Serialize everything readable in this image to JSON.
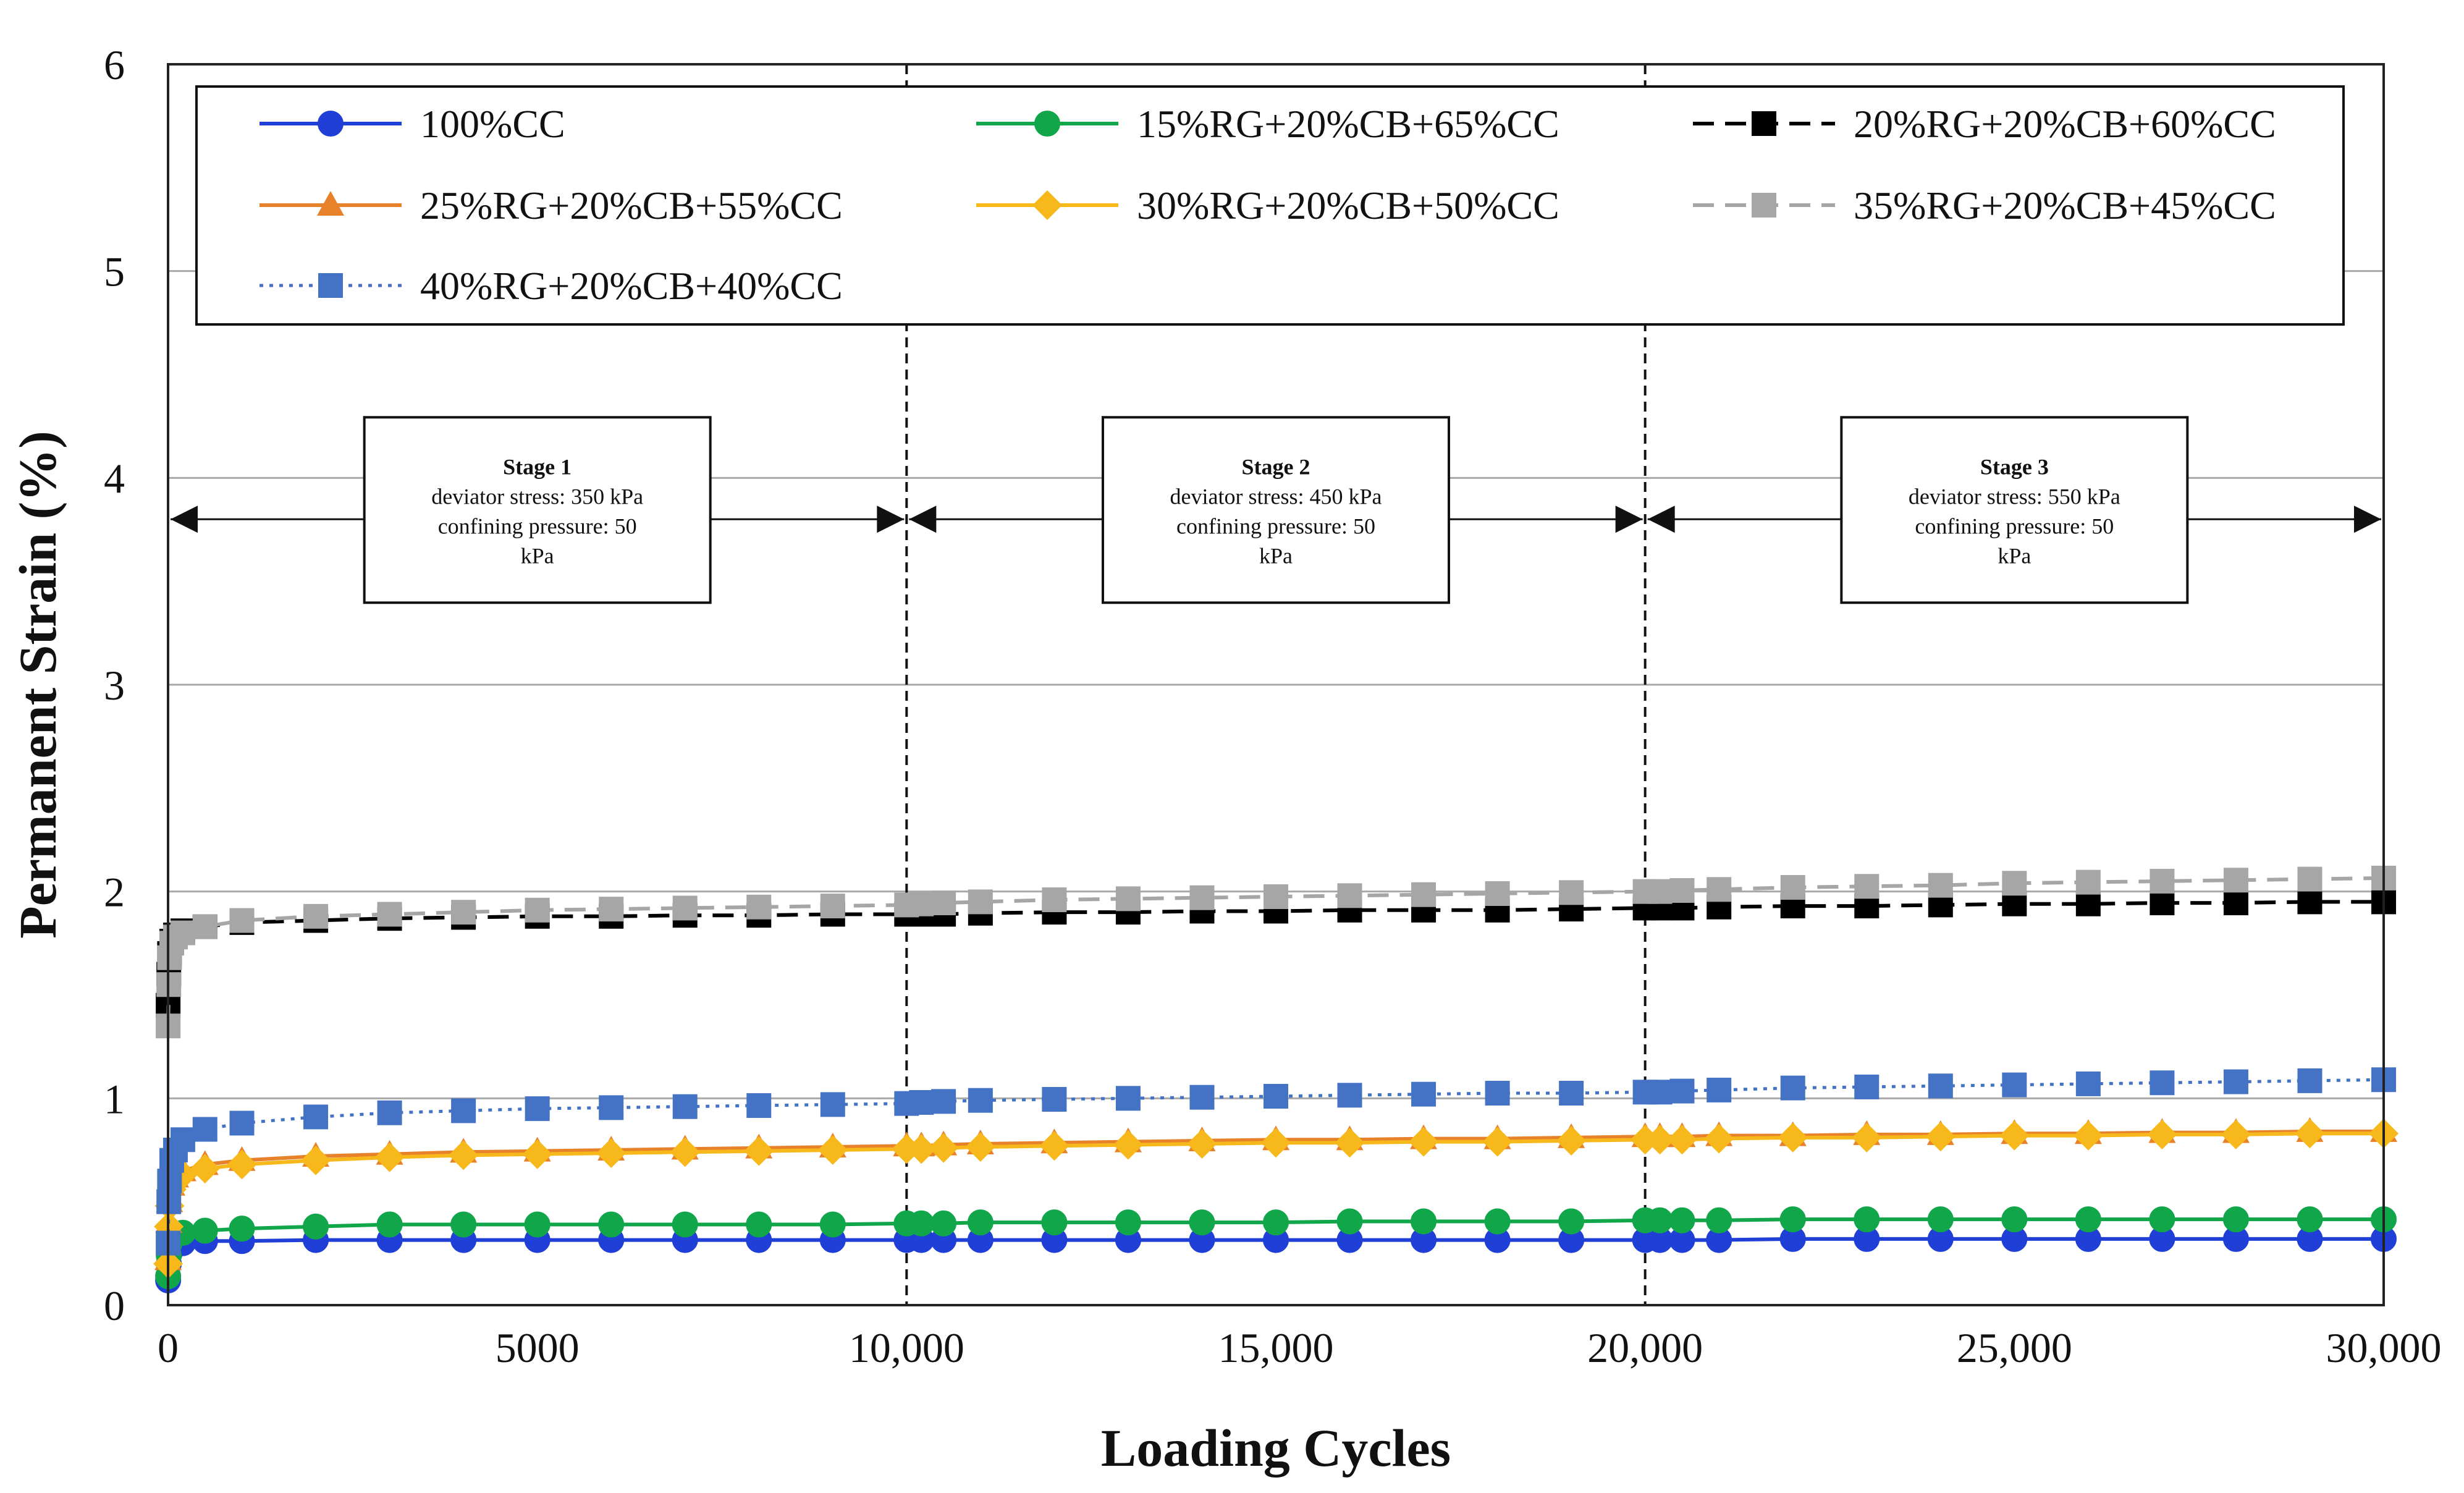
{
  "chart_data": {
    "type": "line",
    "xlabel": "Loading Cycles",
    "ylabel": "Permanent Strain (%)",
    "xlim": [
      0,
      30000
    ],
    "ylim": [
      0,
      6
    ],
    "x_ticks": [
      0,
      5000,
      10000,
      15000,
      20000,
      25000,
      30000
    ],
    "x_tick_labels": [
      "0",
      "5000",
      "10,000",
      "15,000",
      "20,000",
      "25,000",
      "30,000"
    ],
    "y_ticks": [
      0,
      1,
      2,
      3,
      4,
      5,
      6
    ],
    "y_tick_labels": [
      "0",
      "1",
      "2",
      "3",
      "4",
      "5",
      "6"
    ],
    "grid": "horizontal",
    "legend_position": "top",
    "stage_boundaries": [
      10000,
      20000
    ],
    "stages": [
      {
        "title": "Stage 1",
        "lines": [
          "deviator stress: 350 kPa",
          "confining pressure: 50",
          "kPa"
        ],
        "x_range": [
          0,
          10000
        ],
        "arrow_y": 3.8
      },
      {
        "title": "Stage 2",
        "lines": [
          "deviator stress: 450 kPa",
          "confining pressure: 50",
          "kPa"
        ],
        "x_range": [
          10000,
          20000
        ],
        "arrow_y": 3.8
      },
      {
        "title": "Stage 3",
        "lines": [
          "deviator stress: 550 kPa",
          "confining pressure: 50",
          "kPa"
        ],
        "x_range": [
          20000,
          30000
        ],
        "arrow_y": 3.8
      }
    ],
    "x": [
      1,
      10,
      20,
      50,
      100,
      200,
      500,
      1000,
      2000,
      3000,
      4000,
      5000,
      6000,
      7000,
      8000,
      9000,
      10000,
      10200,
      10500,
      11000,
      12000,
      13000,
      14000,
      15000,
      16000,
      17000,
      18000,
      19000,
      20000,
      20200,
      20500,
      21000,
      22000,
      23000,
      24000,
      25000,
      26000,
      27000,
      28000,
      29000,
      30000
    ],
    "series": [
      {
        "name": "100%CC",
        "color": "#1f3fd6",
        "line_style": "solid",
        "marker": "circle",
        "values": [
          0.12,
          0.2,
          0.25,
          0.28,
          0.29,
          0.3,
          0.31,
          0.31,
          0.315,
          0.315,
          0.315,
          0.315,
          0.315,
          0.315,
          0.315,
          0.315,
          0.315,
          0.315,
          0.315,
          0.315,
          0.315,
          0.315,
          0.315,
          0.315,
          0.315,
          0.315,
          0.315,
          0.315,
          0.315,
          0.315,
          0.315,
          0.315,
          0.32,
          0.32,
          0.32,
          0.32,
          0.32,
          0.32,
          0.32,
          0.32,
          0.32
        ]
      },
      {
        "name": "15%RG+20%CB+65%CC",
        "color": "#12a64b",
        "line_style": "solid",
        "marker": "circle",
        "values": [
          0.14,
          0.24,
          0.3,
          0.33,
          0.34,
          0.35,
          0.36,
          0.37,
          0.38,
          0.39,
          0.39,
          0.39,
          0.39,
          0.39,
          0.39,
          0.39,
          0.395,
          0.395,
          0.395,
          0.4,
          0.4,
          0.4,
          0.4,
          0.4,
          0.405,
          0.405,
          0.405,
          0.405,
          0.41,
          0.41,
          0.41,
          0.41,
          0.415,
          0.415,
          0.415,
          0.415,
          0.415,
          0.415,
          0.415,
          0.415,
          0.415
        ]
      },
      {
        "name": "20%RG+20%CB+60%CC",
        "color": "#000000",
        "line_style": "dashed",
        "marker": "square",
        "values": [
          1.45,
          1.6,
          1.7,
          1.76,
          1.79,
          1.81,
          1.83,
          1.85,
          1.86,
          1.87,
          1.875,
          1.88,
          1.88,
          1.885,
          1.885,
          1.89,
          1.89,
          1.89,
          1.89,
          1.895,
          1.9,
          1.9,
          1.905,
          1.905,
          1.91,
          1.91,
          1.91,
          1.915,
          1.92,
          1.92,
          1.92,
          1.925,
          1.93,
          1.93,
          1.935,
          1.94,
          1.94,
          1.945,
          1.945,
          1.95,
          1.95
        ]
      },
      {
        "name": "25%RG+20%CB+55%CC",
        "color": "#e8822a",
        "line_style": "solid",
        "marker": "triangle",
        "values": [
          0.22,
          0.4,
          0.5,
          0.58,
          0.62,
          0.65,
          0.68,
          0.7,
          0.72,
          0.73,
          0.74,
          0.745,
          0.75,
          0.755,
          0.76,
          0.765,
          0.77,
          0.77,
          0.775,
          0.78,
          0.785,
          0.79,
          0.795,
          0.8,
          0.8,
          0.805,
          0.805,
          0.81,
          0.815,
          0.815,
          0.815,
          0.82,
          0.82,
          0.825,
          0.825,
          0.83,
          0.83,
          0.835,
          0.835,
          0.84,
          0.84
        ]
      },
      {
        "name": "30%RG+20%CB+50%CC",
        "color": "#f6b81a",
        "line_style": "solid",
        "marker": "diamond",
        "values": [
          0.2,
          0.38,
          0.48,
          0.56,
          0.6,
          0.63,
          0.66,
          0.68,
          0.7,
          0.715,
          0.725,
          0.73,
          0.735,
          0.74,
          0.745,
          0.75,
          0.755,
          0.755,
          0.76,
          0.765,
          0.77,
          0.775,
          0.78,
          0.785,
          0.785,
          0.79,
          0.79,
          0.795,
          0.8,
          0.8,
          0.8,
          0.805,
          0.81,
          0.81,
          0.815,
          0.82,
          0.82,
          0.825,
          0.825,
          0.83,
          0.83
        ]
      },
      {
        "name": "35%RG+20%CB+45%CC",
        "color": "#a6a6a6",
        "line_style": "dashed",
        "marker": "square",
        "values": [
          1.35,
          1.55,
          1.68,
          1.75,
          1.78,
          1.8,
          1.83,
          1.86,
          1.88,
          1.89,
          1.9,
          1.91,
          1.915,
          1.92,
          1.925,
          1.93,
          1.935,
          1.94,
          1.945,
          1.95,
          1.96,
          1.965,
          1.97,
          1.975,
          1.98,
          1.985,
          1.99,
          1.995,
          2.0,
          2.0,
          2.005,
          2.01,
          2.02,
          2.025,
          2.03,
          2.04,
          2.045,
          2.05,
          2.055,
          2.06,
          2.065
        ]
      },
      {
        "name": "40%RG+20%CB+40%CC",
        "color": "#4472c4",
        "line_style": "dotted",
        "marker": "square",
        "values": [
          0.3,
          0.5,
          0.6,
          0.7,
          0.75,
          0.8,
          0.85,
          0.88,
          0.91,
          0.93,
          0.94,
          0.95,
          0.955,
          0.96,
          0.965,
          0.97,
          0.975,
          0.98,
          0.985,
          0.99,
          0.995,
          1.0,
          1.005,
          1.01,
          1.015,
          1.02,
          1.025,
          1.025,
          1.03,
          1.03,
          1.035,
          1.04,
          1.05,
          1.055,
          1.06,
          1.065,
          1.07,
          1.075,
          1.08,
          1.085,
          1.09
        ]
      }
    ]
  }
}
